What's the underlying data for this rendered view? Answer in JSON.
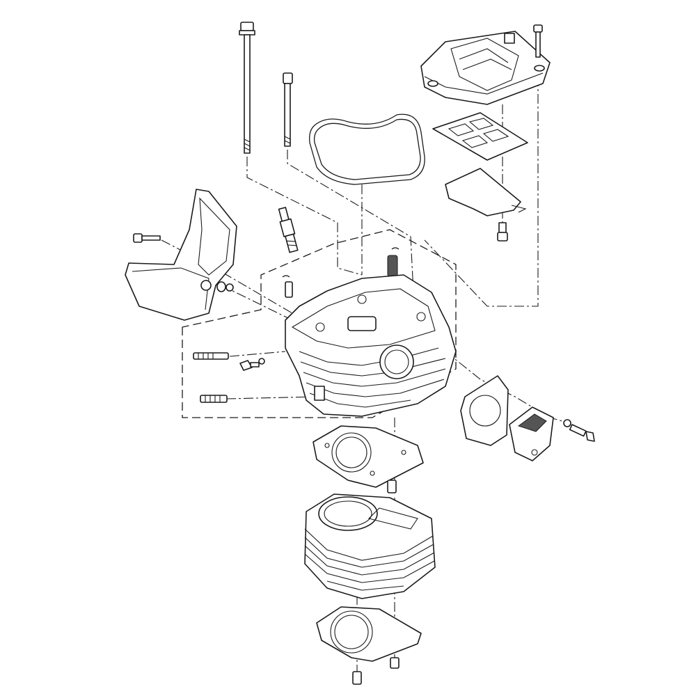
{
  "diagram": {
    "type": "exploded-parts-view",
    "line_color": "#1a1a1a",
    "background": "#ffffff",
    "parts": [
      "long-head-bolt",
      "short-head-bolt",
      "valve-cover-gasket",
      "valve-cover",
      "cover-bolt",
      "breather-gasket",
      "breather-plate",
      "breather-bolt",
      "heat-shield",
      "heat-shield-bolt",
      "spark-plug",
      "valve-adjuster-caps",
      "cylinder-head",
      "studs",
      "flange-bolt",
      "head-gasket",
      "dowel-pins",
      "cylinder",
      "base-gasket",
      "side-cover-gasket",
      "side-cover",
      "side-cover-bolt"
    ]
  }
}
